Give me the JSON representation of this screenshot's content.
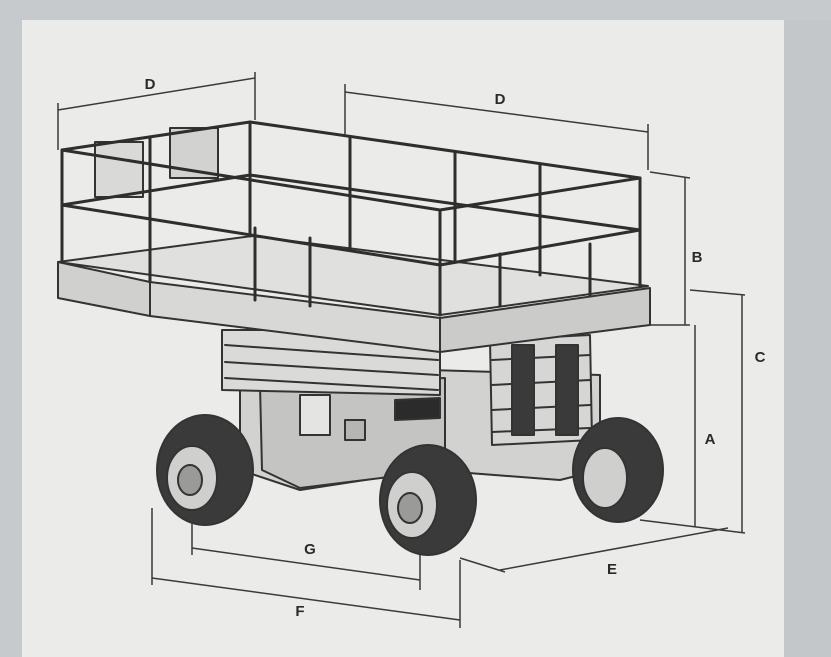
{
  "dimension_labels": {
    "A": "A",
    "B": "B",
    "C": "C",
    "D_left": "D",
    "D_right": "D",
    "E": "E",
    "F": "F",
    "G": "G"
  },
  "colors": {
    "background": "#c6cacd",
    "panel": "#ebebe9",
    "line": "#333333",
    "machine_body": "#cfcfcd",
    "tire": "#3a3a3a"
  }
}
